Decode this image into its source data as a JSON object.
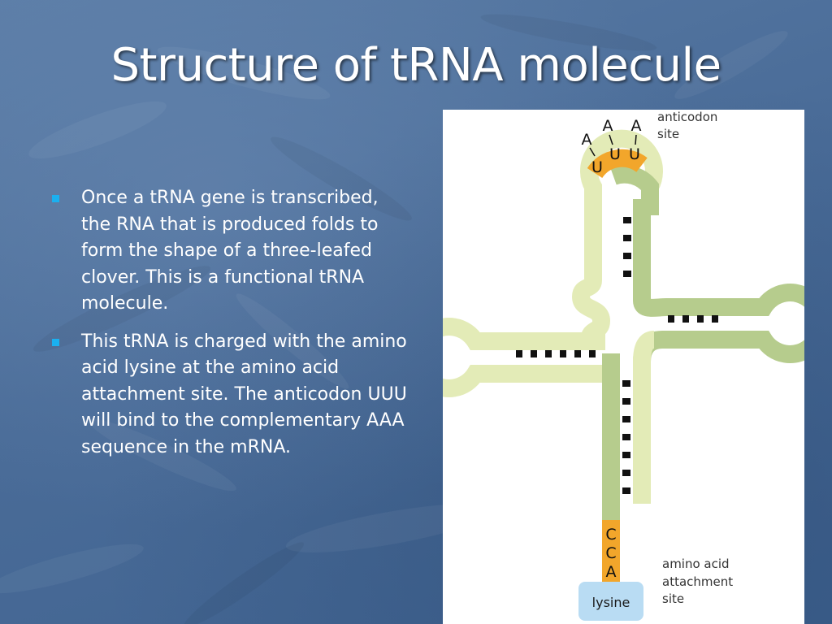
{
  "slide": {
    "title": "Structure of tRNA molecule"
  },
  "bullets": [
    "Once a tRNA gene is transcribed, the RNA that is produced folds to form the shape of a three-leafed clover. This is a functional tRNA molecule.",
    "This tRNA is charged with the amino acid lysine at the amino acid attachment site. The anticodon UUU will bind to the complementary AAA sequence in the mRNA."
  ],
  "diagram": {
    "anticodon_label_line1": "anticodon",
    "anticodon_label_line2": "site",
    "codon_bases": [
      "A",
      "A",
      "A"
    ],
    "anticodon_bases": [
      "U",
      "U",
      "U"
    ],
    "acceptor_bases": [
      "C",
      "C",
      "A"
    ],
    "attachment_label_line1": "amino acid",
    "attachment_label_line2": "attachment",
    "attachment_label_line3": "site",
    "amino_acid": "lysine",
    "colors": {
      "light_strand": "#e3ebb7",
      "dark_strand": "#b6cc8d",
      "anticodon": "#f2a62b",
      "acceptor": "#f2a62b",
      "base_pair": "#111111",
      "lysine_box": "#b9dcf3",
      "background_blue": "#4a6c98",
      "bullet": "#1ab0f0"
    }
  }
}
